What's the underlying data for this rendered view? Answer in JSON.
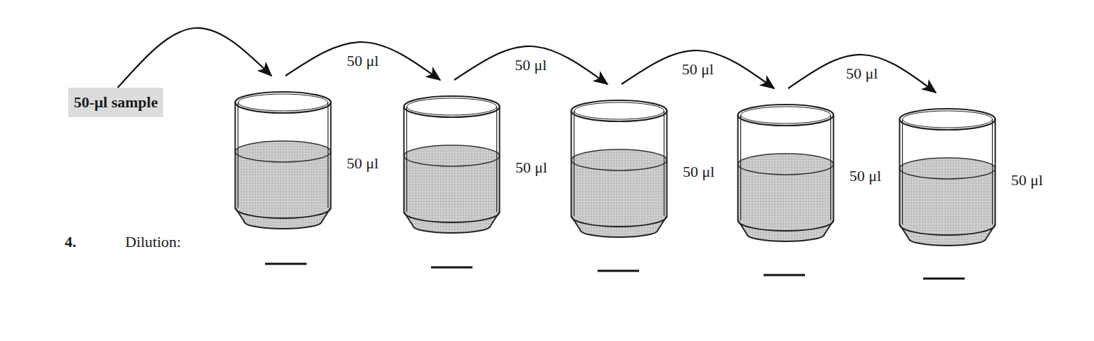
{
  "diagram": {
    "nodes": [
      {
        "text": [
          "50-μl sample"
        ]
      },
      {
        "text": [
          "50 μl"
        ]
      },
      {
        "text": [
          "50 μl"
        ]
      },
      {
        "text": [
          "50 μl"
        ]
      },
      {
        "text": [
          "50 μl"
        ]
      },
      {
        "text": [
          "50 μl"
        ]
      }
    ],
    "edges": [
      {
        "from": 0,
        "to": 1,
        "arrow": "to"
      },
      {
        "from": 1,
        "to": 2,
        "label": "50 μl",
        "arrow": "to"
      },
      {
        "from": 2,
        "to": 3,
        "label": "50 μl",
        "arrow": "to"
      },
      {
        "from": 3,
        "to": 4,
        "label": "50 μl",
        "arrow": "to"
      },
      {
        "from": 4,
        "to": 5,
        "label": "50 μl",
        "arrow": "to"
      }
    ],
    "labels": [
      "4.",
      "Dilution:"
    ]
  }
}
